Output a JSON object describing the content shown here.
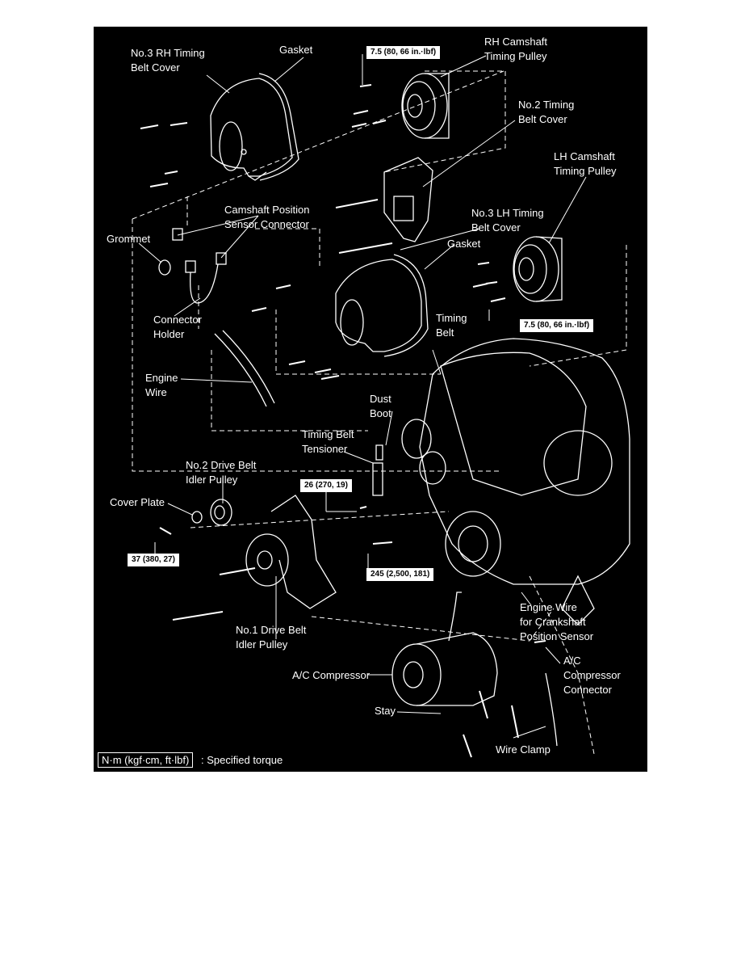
{
  "labels": {
    "rh_cover": [
      "No.3 RH Timing",
      "Belt Cover"
    ],
    "gasket_top": "Gasket",
    "rh_pulley": [
      "RH Camshaft",
      "Timing Pulley"
    ],
    "no2_cover": [
      "No.2 Timing",
      "Belt Cover"
    ],
    "lh_pulley": [
      "LH Camshaft",
      "Timing Pulley"
    ],
    "cam_sensor": [
      "Camshaft Position",
      "Sensor Connector"
    ],
    "lh_cover": [
      "No.3 LH Timing",
      "Belt Cover"
    ],
    "grommet": "Grommet",
    "gasket_mid": "Gasket",
    "connector_holder": [
      "Connector",
      "Holder"
    ],
    "timing_belt": [
      "Timing",
      "Belt"
    ],
    "engine_wire": [
      "Engine",
      "Wire"
    ],
    "dust_boot": [
      "Dust",
      "Boot"
    ],
    "tensioner": [
      "Timing Belt",
      "Tensioner"
    ],
    "no2_idler": [
      "No.2 Drive Belt",
      "Idler Pulley"
    ],
    "cover_plate": "Cover Plate",
    "no1_idler": [
      "No.1 Drive Belt",
      "Idler Pulley"
    ],
    "crank_wire": [
      "Engine Wire",
      "for Crankshaft",
      "Position Sensor"
    ],
    "ac_connector": [
      "A/C",
      "Compressor",
      "Connector"
    ],
    "ac_compressor": "A/C Compressor",
    "stay": "Stay",
    "wire_clamp": "Wire Clamp"
  },
  "torques": {
    "rh_pulley": "7.5 (80, 66 in.·lbf)",
    "lh_pulley": "7.5 (80, 66 in.·lbf)",
    "tensioner": "26 (270, 19)",
    "cover_plate": "37 (380, 27)",
    "crank_bolt": "245 (2,500, 181)"
  },
  "legend": {
    "unit_box": "N·m (kgf·cm, ft·lbf)",
    "text": ": Specified torque"
  }
}
